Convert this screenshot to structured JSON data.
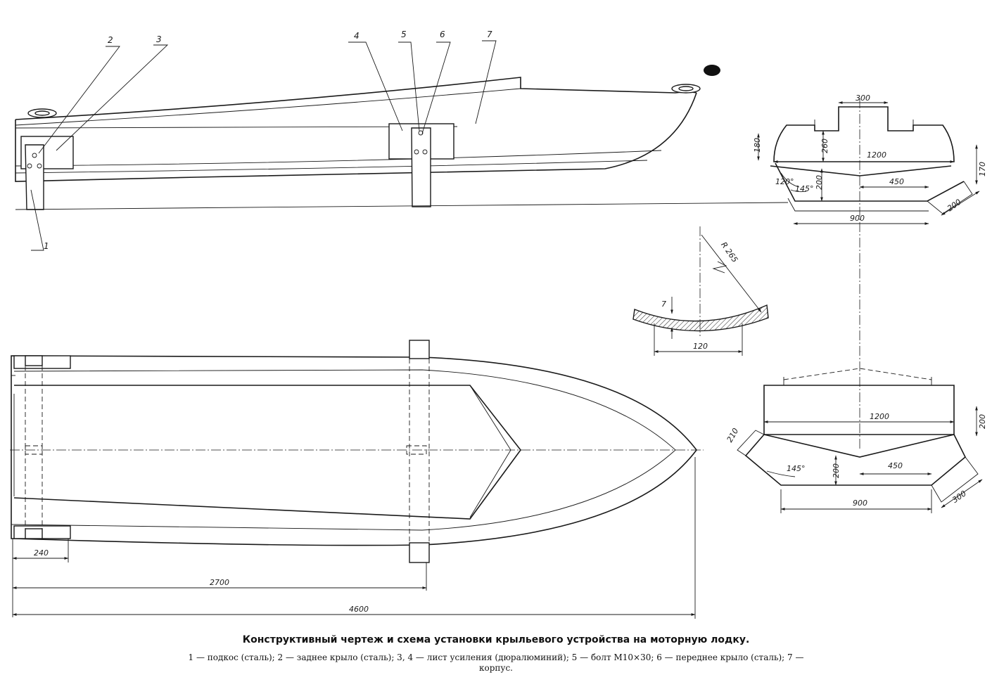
{
  "caption": {
    "title": "Конструктивный чертеж и схема установки крыльевого устройства на моторную лодку.",
    "legend": "1 — подкос (сталь); 2 — заднее крыло (сталь); 3, 4 — лист усиления (дюралюминий); 5 — болт М10×30; 6 — переднее крыло (сталь); 7 — корпус."
  },
  "part_labels": [
    "1",
    "2",
    "3",
    "4",
    "5",
    "6",
    "7"
  ],
  "dimensions": {
    "rear_wing": {
      "width_top": "300",
      "side_height": "180",
      "depth": "260",
      "span": "1200",
      "foil_height": "200",
      "angle_a": "120°",
      "angle_b": "145°",
      "half_span": "450",
      "tip": "200",
      "bottom": "900",
      "right_height": "170"
    },
    "profile": {
      "radius": "R 265",
      "thickness": "7",
      "chord": "120"
    },
    "front_wing": {
      "span": "1200",
      "right_height": "200",
      "left_tip": "210",
      "angle": "145°",
      "foil_height": "200",
      "half_span": "450",
      "tip": "300",
      "bottom": "900"
    },
    "plan": {
      "transom_offset": "240",
      "to_front_strut": "2700",
      "overall_length": "4600"
    }
  }
}
